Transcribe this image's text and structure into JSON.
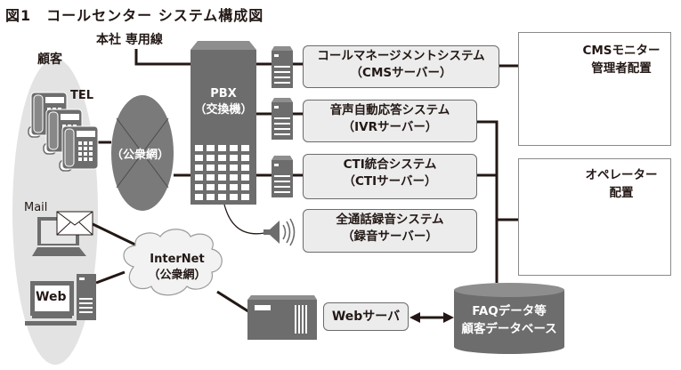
{
  "title": "図1　コールセンター システム構成図",
  "hq_line_label": "本社 専用線",
  "customer": {
    "label": "顧客",
    "tel_label": "TEL",
    "mail_label": "Mail",
    "web_label": "Web"
  },
  "pstn": {
    "label": "（公衆網）"
  },
  "internet": {
    "line1": "InterNet",
    "line2": "（公衆網）"
  },
  "pbx": {
    "line1": "PBX",
    "line2": "（交換機）"
  },
  "systems": [
    {
      "line1": "コールマネージメントシステム",
      "line2": "（CMSサーバー）"
    },
    {
      "line1": "音声自動応答システム",
      "line2": "（IVRサーバー）"
    },
    {
      "line1": "CTI統合システム",
      "line2": "（CTIサーバー）"
    },
    {
      "line1": "全通話録音システム",
      "line2": "（録音サーバー）"
    }
  ],
  "cms_monitor": {
    "line1": "CMSモニター",
    "line2": "管理者配置"
  },
  "operator": {
    "line1": "オペレーター",
    "line2": "配置"
  },
  "web_server": {
    "label": "Webサーバ"
  },
  "database": {
    "line1": "FAQデータ等",
    "line2": "顧客データベース"
  },
  "colors": {
    "device_gray": "#6d6d6d",
    "box_fill": "#ececec",
    "customer_area": "#e3e3e3",
    "line": "#231815"
  }
}
